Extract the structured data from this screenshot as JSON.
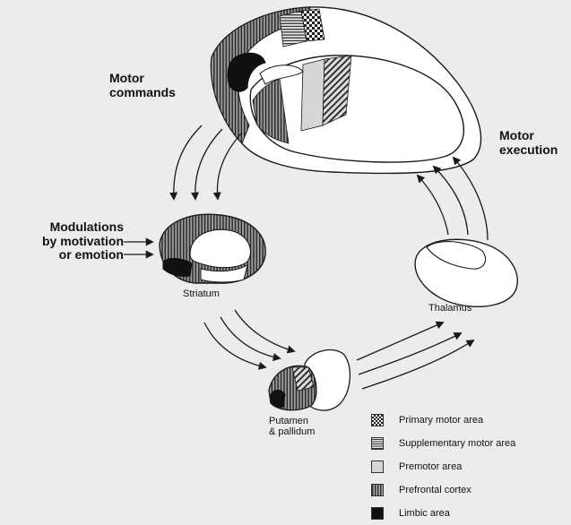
{
  "labels": {
    "motor_commands": [
      "Motor",
      "commands"
    ],
    "motor_execution": [
      "Motor",
      "execution"
    ],
    "modulations": [
      "Modulations",
      "by motivation",
      "or emotion"
    ],
    "striatum": "Striatum",
    "thalamus": "Thalamus",
    "putamen": [
      "Putamen",
      "& pallidum"
    ]
  },
  "legend": [
    {
      "pattern": "checker",
      "label": "Primary motor area"
    },
    {
      "pattern": "hstripe",
      "label": "Supplementary motor area"
    },
    {
      "pattern": "light",
      "label": "Premotor area"
    },
    {
      "pattern": "vstripe",
      "label": "Prefrontal cortex"
    },
    {
      "pattern": "black",
      "label": "Limbic area"
    }
  ],
  "colors": {
    "background": "#ececec",
    "stroke": "#1a1a1a",
    "fill": "#ffffff",
    "limbic": "#111111",
    "premotor": "#d6d6d6"
  }
}
